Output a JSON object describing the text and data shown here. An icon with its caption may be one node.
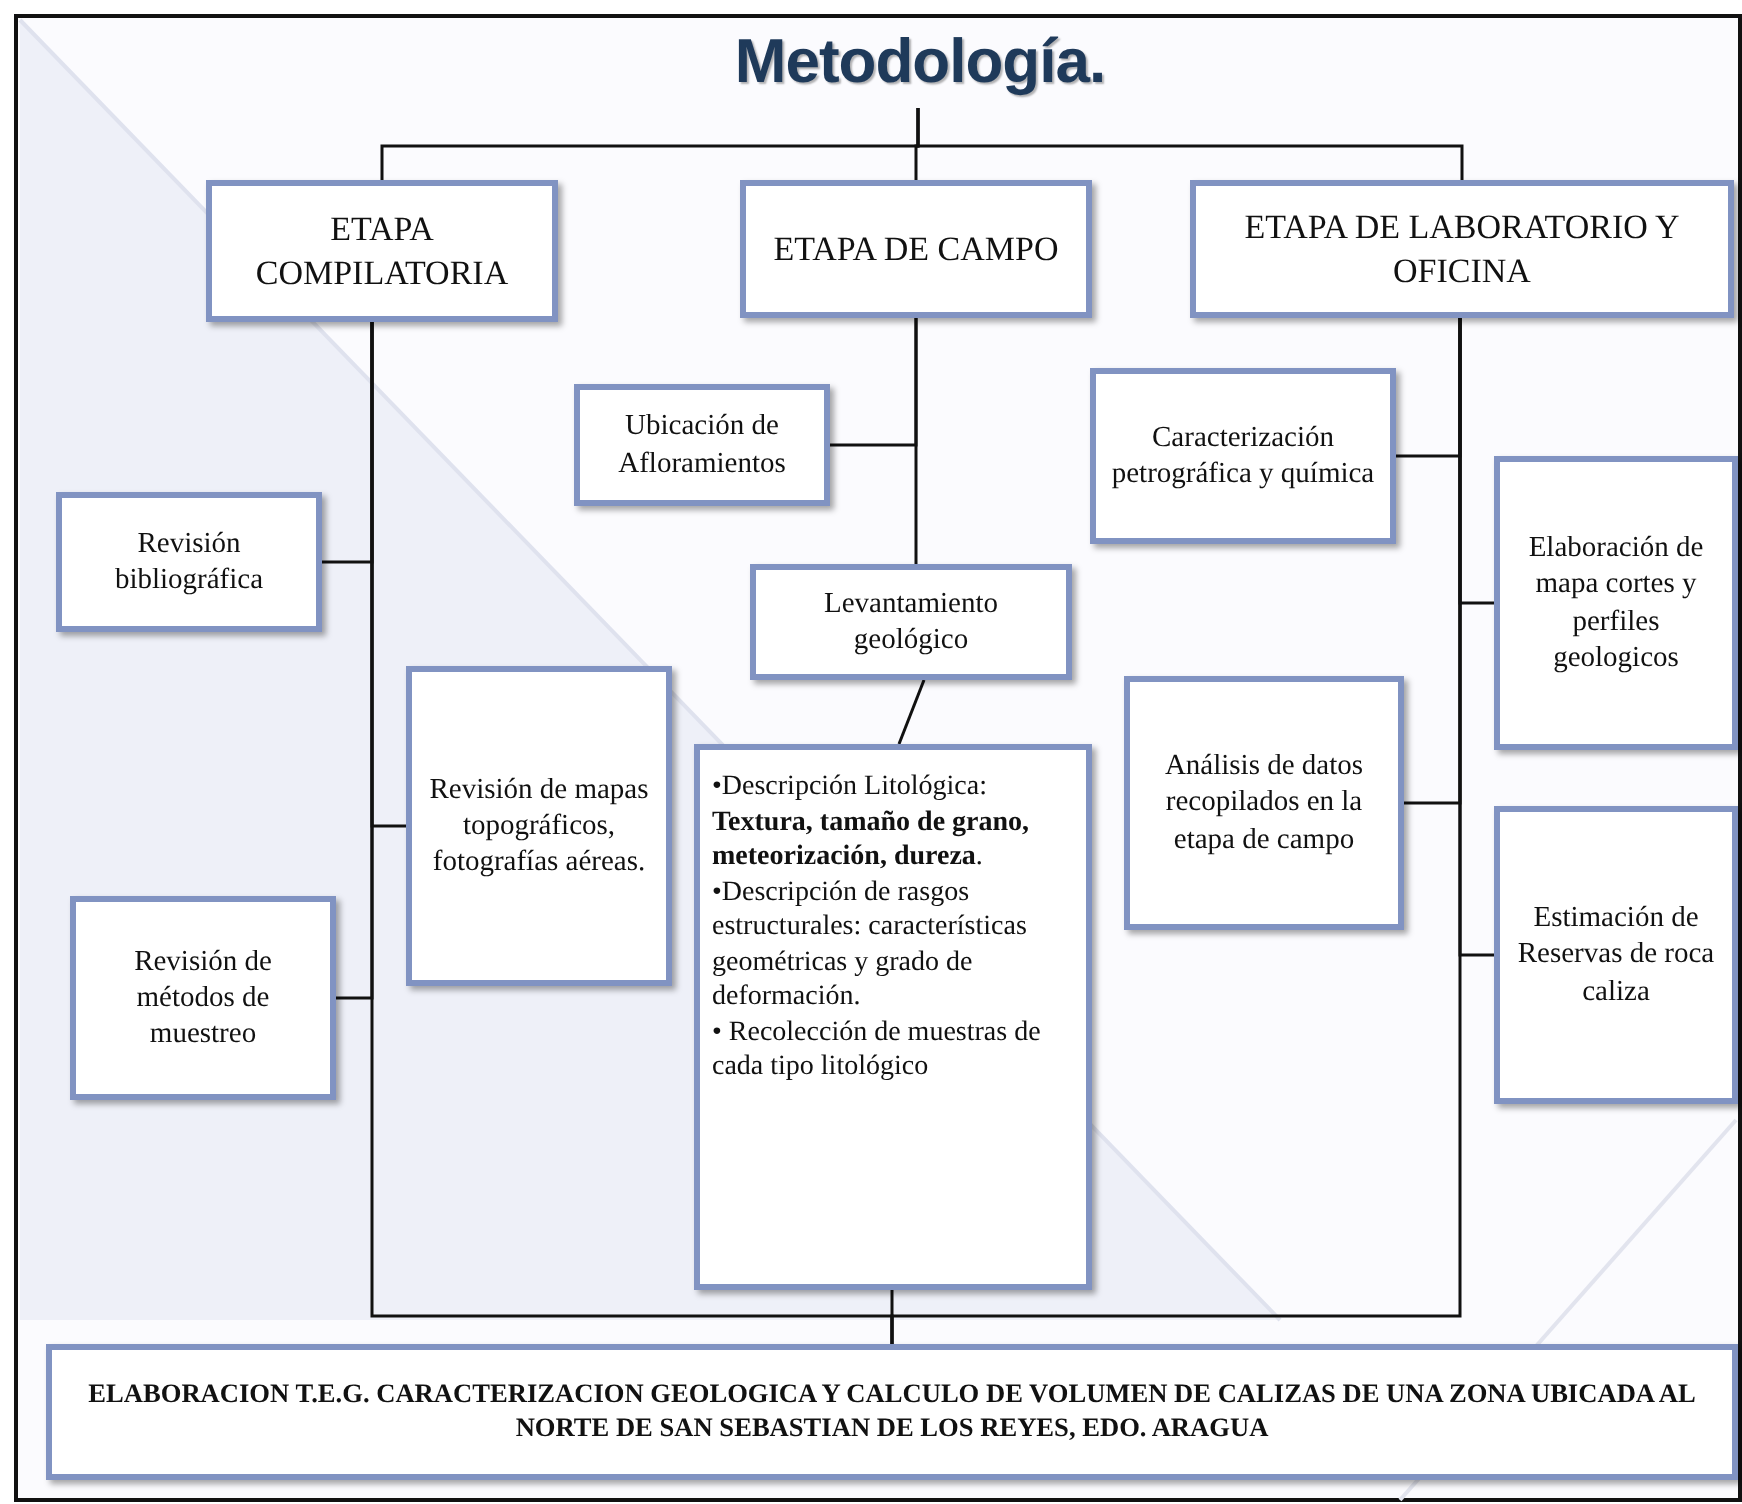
{
  "diagram": {
    "nodes": [
      {
        "text": [
          "Metodología."
        ]
      },
      {
        "text": [
          "ETAPA COMPILATORIA"
        ]
      },
      {
        "text": [
          "ETAPA DE CAMPO"
        ]
      },
      {
        "text": [
          "ETAPA DE LABORATORIO Y OFICINA"
        ]
      },
      {
        "text": [
          "Revisión bibliográfica"
        ]
      },
      {
        "text": [
          "Revisión de mapas topográficos, fotografías aéreas."
        ]
      },
      {
        "text": [
          "Revisión de métodos de muestreo"
        ]
      },
      {
        "text": [
          "Ubicación de Afloramientos"
        ]
      },
      {
        "text": [
          "Levantamiento geológico"
        ]
      },
      {
        "text": [
          "•Descripción Litológica: **Textura, tamaño de grano, meteorización, dureza**.",
          "•Descripción de rasgos estructurales: características geométricas y grado de deformación.",
          "• Recolección de muestras de cada tipo litológico"
        ]
      },
      {
        "text": [
          "Caracterización petrográfica y química"
        ]
      },
      {
        "text": [
          "Análisis de datos recopilados en la etapa de campo"
        ]
      },
      {
        "text": [
          "Elaboración de mapa cortes y perfiles geologicos"
        ]
      },
      {
        "text": [
          "Estimación de Reservas de roca caliza"
        ]
      },
      {
        "text": [
          "ELABORACION T.E.G. CARACTERIZACION GEOLOGICA Y CALCULO DE VOLUMEN DE CALIZAS DE UNA ZONA UBICADA AL NORTE DE SAN SEBASTIAN DE LOS REYES, EDO. ARAGUA"
        ]
      }
    ],
    "edges": [
      {
        "from": 0,
        "to": 1,
        "arrow": "none"
      },
      {
        "from": 0,
        "to": 2,
        "arrow": "none"
      },
      {
        "from": 0,
        "to": 3,
        "arrow": "none"
      },
      {
        "from": 1,
        "to": 4,
        "arrow": "none"
      },
      {
        "from": 1,
        "to": 5,
        "arrow": "none"
      },
      {
        "from": 1,
        "to": 6,
        "arrow": "none"
      },
      {
        "from": 2,
        "to": 7,
        "arrow": "none"
      },
      {
        "from": 2,
        "to": 8,
        "arrow": "none"
      },
      {
        "from": 8,
        "to": 9,
        "arrow": "none"
      },
      {
        "from": 3,
        "to": 10,
        "arrow": "none"
      },
      {
        "from": 3,
        "to": 11,
        "arrow": "none"
      },
      {
        "from": 3,
        "to": 12,
        "arrow": "none"
      },
      {
        "from": 3,
        "to": 13,
        "arrow": "none"
      },
      {
        "from": 1,
        "to": 14,
        "arrow": "none"
      },
      {
        "from": 9,
        "to": 14,
        "arrow": "none"
      },
      {
        "from": 3,
        "to": 14,
        "arrow": "none"
      }
    ]
  }
}
